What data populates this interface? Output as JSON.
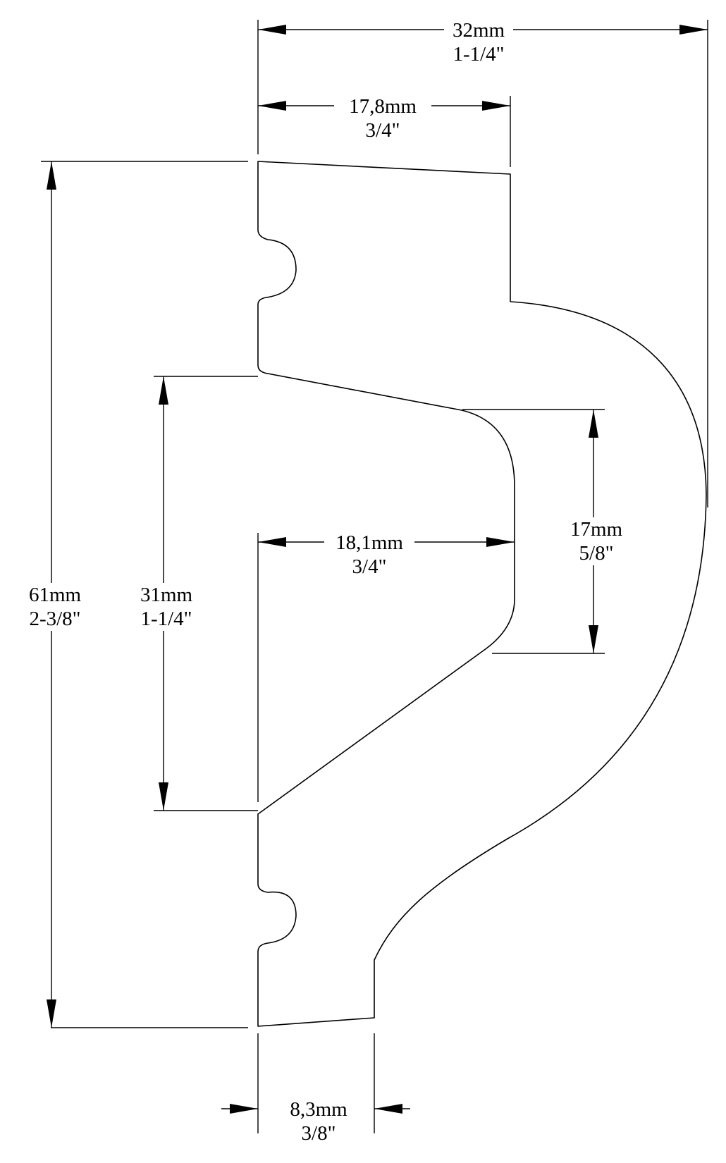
{
  "dimensions": {
    "overall_width": {
      "metric": "32mm",
      "imperial": "1-1/4\""
    },
    "top_width": {
      "metric": "17,8mm",
      "imperial": "3/4\""
    },
    "overall_height": {
      "metric": "61mm",
      "imperial": "2-3/8\""
    },
    "inner_height": {
      "metric": "31mm",
      "imperial": "1-1/4\""
    },
    "inner_width": {
      "metric": "18,1mm",
      "imperial": "3/4\""
    },
    "notch_height": {
      "metric": "17mm",
      "imperial": "5/8\""
    },
    "bottom_width": {
      "metric": "8,3mm",
      "imperial": "3/8\""
    }
  }
}
